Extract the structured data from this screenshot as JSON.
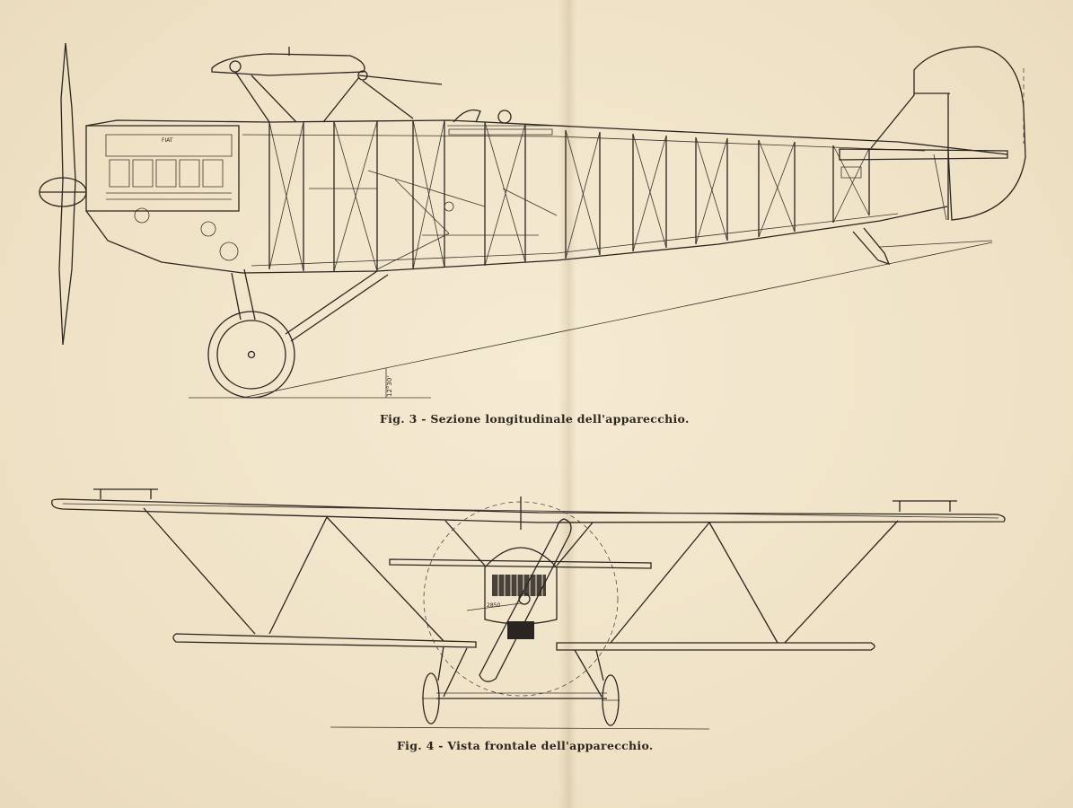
{
  "figures": [
    {
      "id": "fig3",
      "caption": "Fig. 3 - Sezione longitudinale dell'apparecchio.",
      "labels": {
        "engine_make": "FIAT",
        "ground_angle": "12°30'"
      }
    },
    {
      "id": "fig4",
      "caption": "Fig. 4 - Vista frontale dell'apparecchio.",
      "labels": {
        "dimension": "2850"
      }
    }
  ],
  "colors": {
    "paper": "#f1e6cd",
    "ink": "#2a2520"
  }
}
